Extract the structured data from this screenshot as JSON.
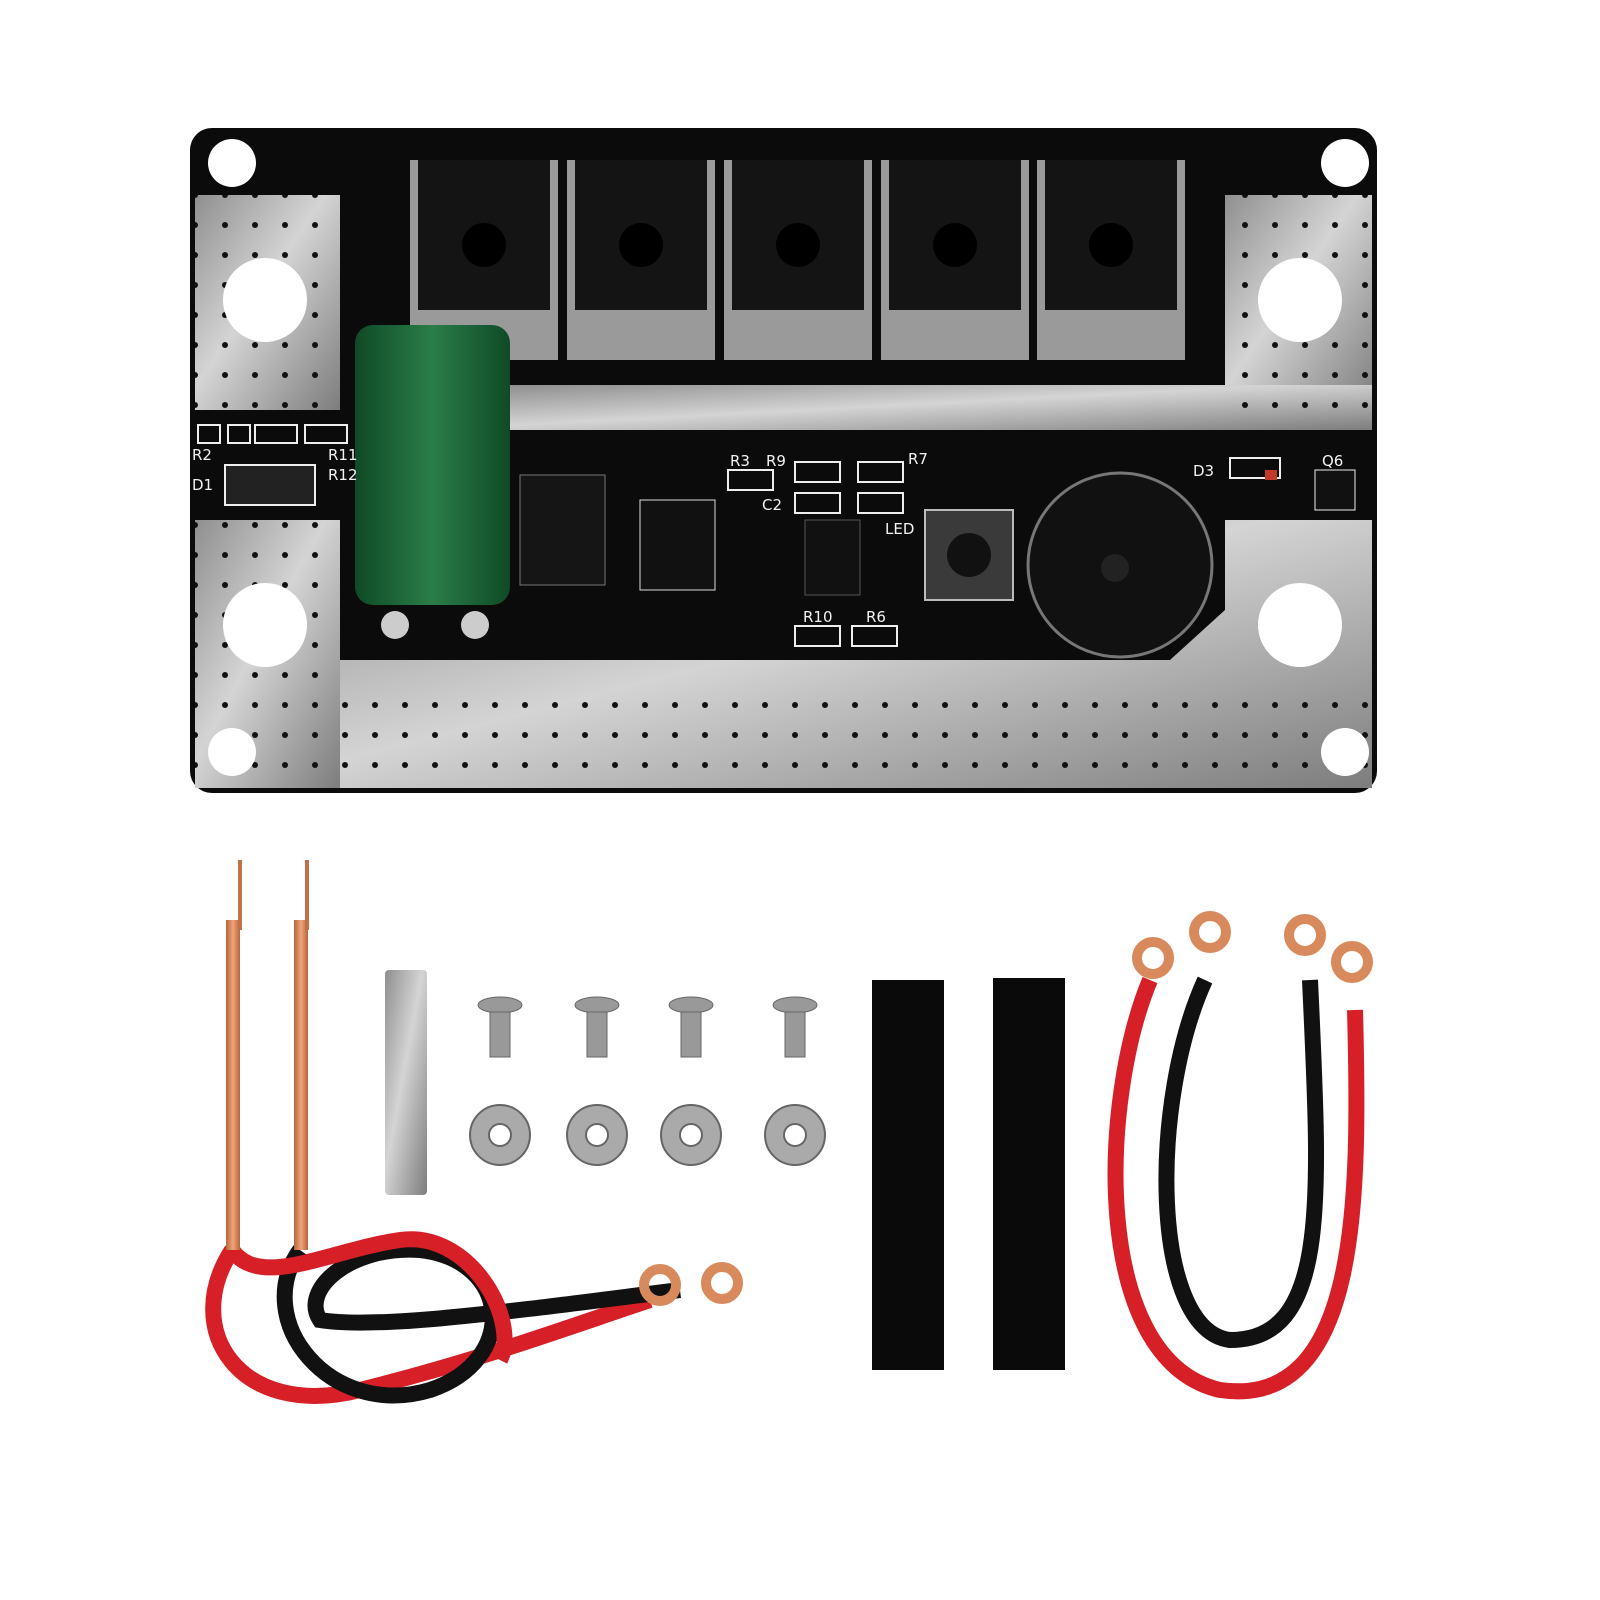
{
  "board": {
    "silkscreen_labels": {
      "r2": "R2",
      "d1": "D1",
      "r11": "R11",
      "r12": "R12",
      "r3": "R3",
      "r9": "R9",
      "c2": "C2",
      "r7": "R7",
      "led": "LED",
      "r10": "R10",
      "r6": "R6",
      "d3": "D3",
      "q6": "Q6"
    }
  },
  "colors": {
    "pcb": "#0b0b0b",
    "nickel": "#b4b4b4",
    "capacitor": "#1f6b3a",
    "copper": "#d98a5c",
    "red_wire": "#d61f26",
    "black_wire": "#111111"
  }
}
